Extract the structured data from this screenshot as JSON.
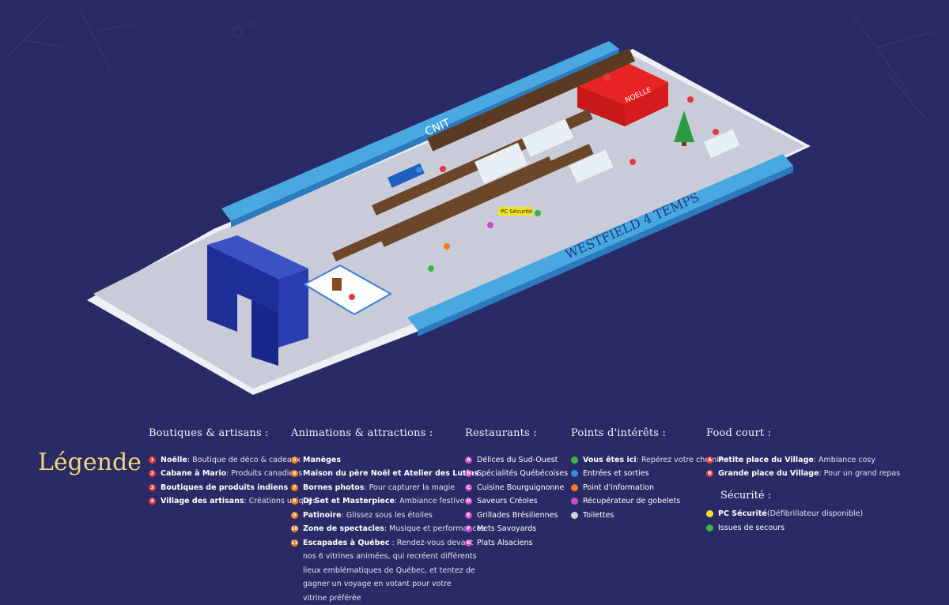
{
  "map": {
    "label_cnit": "CNIT",
    "label_westfield": "WESTFIELD 4 TEMPS",
    "label_noelle": "NOELLE",
    "label_pc_securite": "PC Sécurité"
  },
  "legend": {
    "title": "Légende",
    "boutiques": {
      "heading": "Boutiques & artisans :",
      "items": [
        {
          "n": "1",
          "name": "Noëlle",
          "desc": " : Boutique de déco & cadeaux"
        },
        {
          "n": "2",
          "name": "Cabane à Mario",
          "desc": " : Produits canadiens"
        },
        {
          "n": "3",
          "name": "Boutiques de produits indiens",
          "desc": ""
        },
        {
          "n": "4",
          "name": "Village des artisans",
          "desc": " : Créations uniques"
        }
      ]
    },
    "animations": {
      "heading": "Animations & attractions :",
      "items": [
        {
          "n": "5",
          "name": "Manèges",
          "desc": ""
        },
        {
          "n": "6",
          "name": "Maison du père Noël et Atelier des Lutins",
          "desc": ""
        },
        {
          "n": "7",
          "name": "Bornes photos",
          "desc": " : Pour capturer la magie"
        },
        {
          "n": "8",
          "name": "DJ Set et Masterpiece",
          "desc": " : Ambiance festive !"
        },
        {
          "n": "9",
          "name": "Patinoire",
          "desc": " : Glissez sous les étoiles"
        },
        {
          "n": "10",
          "name": "Zone de spectacles",
          "desc": " : Musique et performances"
        },
        {
          "n": "11",
          "name": "Escapades à Québec",
          "desc": " : Rendez-vous devant nos 6 vitrines animées, qui recréent différents lieux emblématiques de Québec, et tentez de gagner un voyage en votant pour votre vitrine préférée"
        }
      ]
    },
    "restaurants": {
      "heading": "Restaurants :",
      "items": [
        {
          "n": "A",
          "name": "Délices du Sud-Ouest"
        },
        {
          "n": "B",
          "name": "Spécialités Québécoises"
        },
        {
          "n": "C",
          "name": "Cuisine Bourguignonne"
        },
        {
          "n": "D",
          "name": "Saveurs Créoles"
        },
        {
          "n": "E",
          "name": "Grillades Brésiliennes"
        },
        {
          "n": "F",
          "name": "Mets Savoyards"
        },
        {
          "n": "G",
          "name": "Plats Alsaciens"
        }
      ]
    },
    "points": {
      "heading": "Points d'intérêts :",
      "items": [
        {
          "color": "green",
          "name": "Vous êtes ici",
          "desc": " : Repérez votre chemin"
        },
        {
          "color": "blue",
          "name": "Entrées et sorties",
          "desc": ""
        },
        {
          "color": "orange",
          "name": "Point d'information",
          "desc": ""
        },
        {
          "color": "purple",
          "name": "Récupérateur de gobelets",
          "desc": ""
        },
        {
          "color": "grey",
          "name": "Toilettes",
          "desc": ""
        }
      ]
    },
    "foodcourt": {
      "heading": "Food court :",
      "items": [
        {
          "n": "A",
          "name": "Petite place du Village",
          "desc": " : Ambiance cosy"
        },
        {
          "n": "B",
          "name": "Grande place du Village",
          "desc": " : Pour un grand repas"
        }
      ]
    },
    "securite": {
      "heading": "Sécurité :",
      "items": [
        {
          "color": "yellow",
          "name": "PC Sécurité",
          "desc": " (Défibrillateur disponible)"
        },
        {
          "color": "green",
          "name": "Issues de secours",
          "desc": ""
        }
      ]
    }
  }
}
